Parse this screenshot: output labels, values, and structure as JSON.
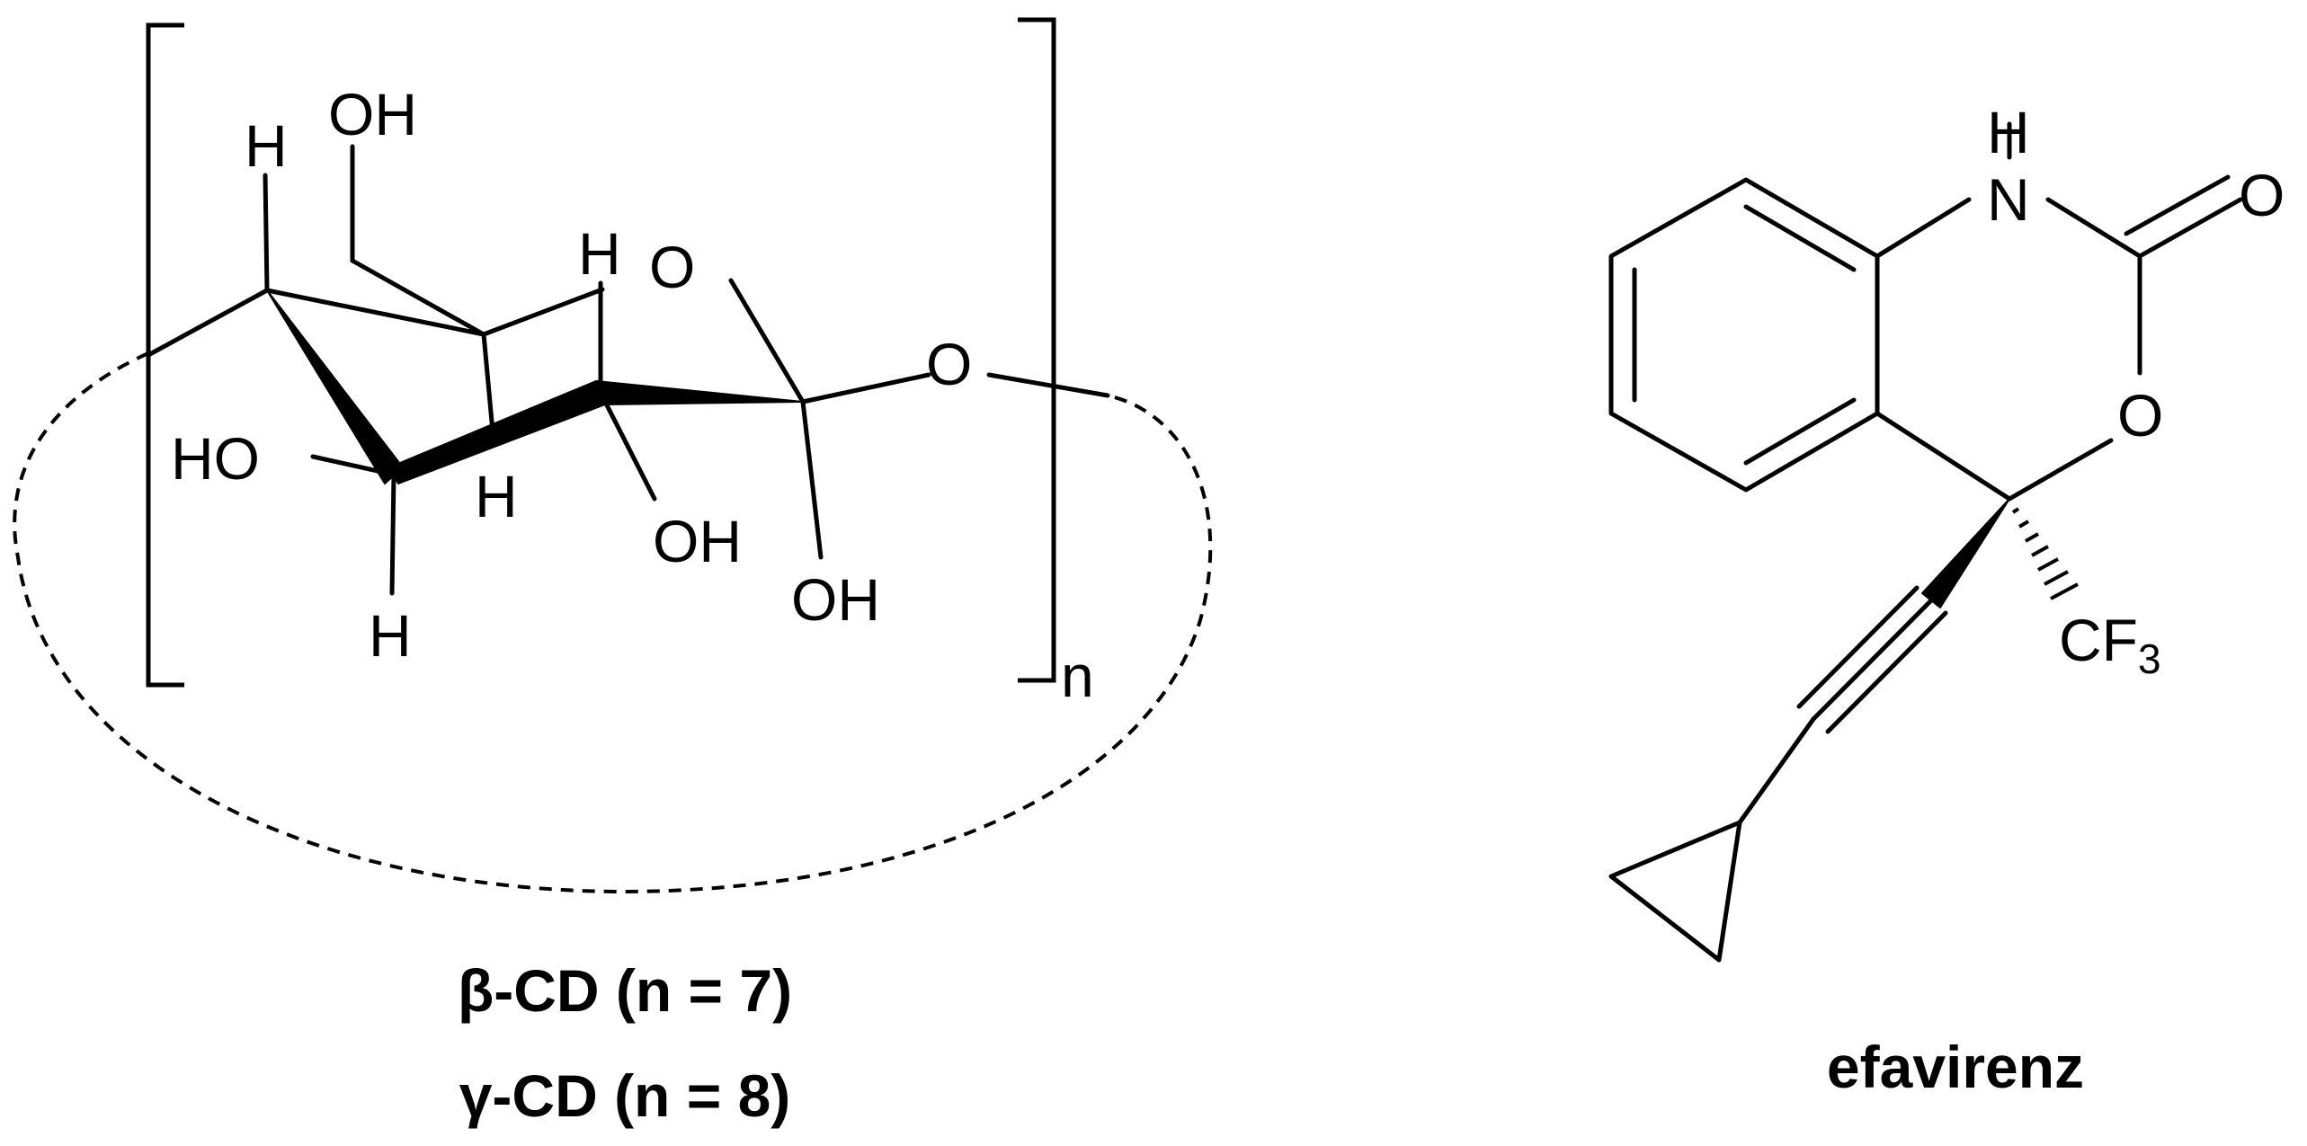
{
  "cyclodextrin": {
    "atoms": {
      "oh_top": "OH",
      "h_left": "H",
      "h_mid_top": "H",
      "o_ring": "O",
      "o_glyco": "O",
      "ho_left": "HO",
      "h_mid_low": "H",
      "oh_mid": "OH",
      "oh_right": "OH",
      "h_bottom": "H"
    },
    "repeat_subscript": "n",
    "caption_beta": "β-CD (n = 7)",
    "caption_gamma": "γ-CD (n = 8)"
  },
  "efavirenz": {
    "atoms": {
      "n_h": "H",
      "n": "N",
      "o_carbonyl": "O",
      "o_ring": "O",
      "cf3_main": "CF",
      "cf3_sub": "3"
    },
    "caption": "efavirenz"
  }
}
